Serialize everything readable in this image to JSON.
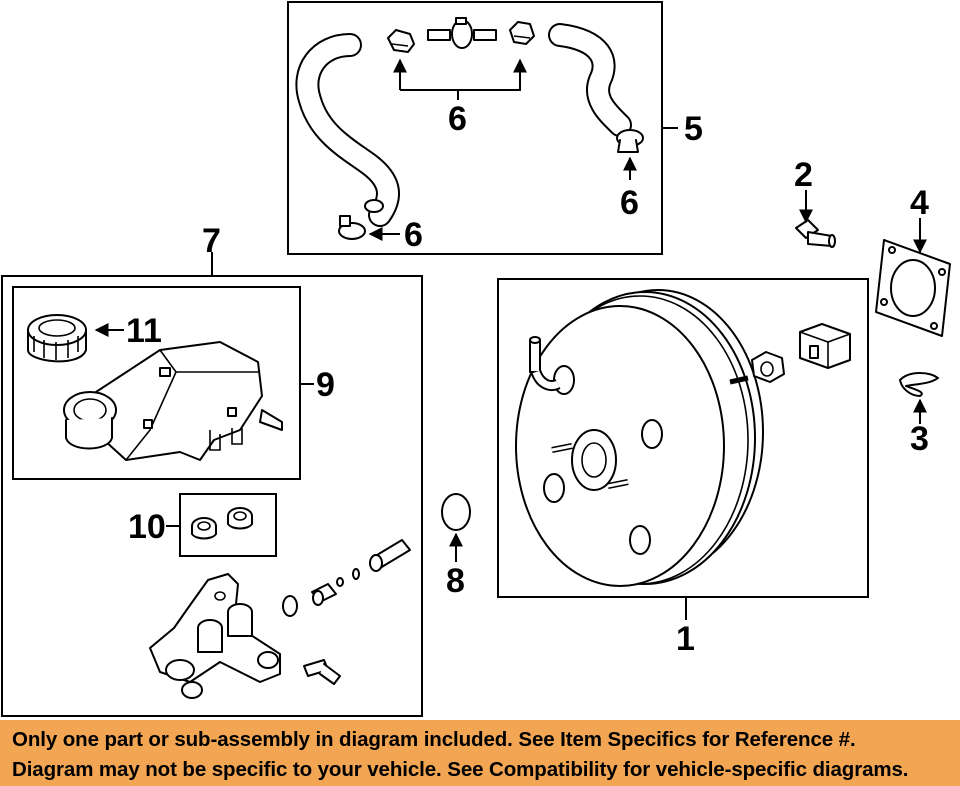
{
  "callouts": {
    "c1": "1",
    "c2": "2",
    "c3": "3",
    "c4": "4",
    "c5": "5",
    "c6a": "6",
    "c6b": "6",
    "c6c": "6",
    "c7": "7",
    "c8": "8",
    "c9": "9",
    "c10": "10",
    "c11": "11"
  },
  "footer": {
    "line1": "Only one part or sub-assembly in diagram included. See Item Specifics for Reference #.",
    "line2": "Diagram may not be specific to your vehicle. See Compatibility for vehicle-specific diagrams."
  },
  "colors": {
    "footer_bg": "#f2a552",
    "line": "#000000",
    "background": "#ffffff"
  }
}
